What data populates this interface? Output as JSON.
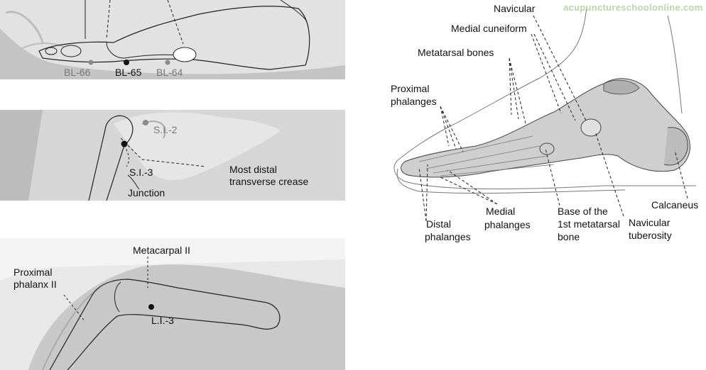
{
  "watermark": "acupunctureschoolonline.com",
  "panels": {
    "foot_points": {
      "labels": [
        "BL-66",
        "BL-65",
        "BL-64"
      ]
    },
    "hand_side": {
      "labels": [
        "S.I.-2",
        "S.I.-3",
        "Junction",
        "Most distal",
        "transverse crease"
      ]
    },
    "hand_index": {
      "labels": [
        "Metacarpal II",
        "Proximal",
        "phalanx II",
        "L.I.-3"
      ]
    }
  },
  "foot_diagram": {
    "labels": {
      "navicular": "Navicular",
      "medial_cuneiform": "Medial cuneiform",
      "metatarsal_bones": "Metatarsal bones",
      "proximal_phalanges_1": "Proximal",
      "proximal_phalanges_2": "phalanges",
      "distal_phalanges_1": "Distal",
      "distal_phalanges_2": "phalanges",
      "medial_phalanges_1": "Medial",
      "medial_phalanges_2": "phalanges",
      "base_1st_metatarsal_1": "Base of the",
      "base_1st_metatarsal_2": "1st metatarsal",
      "base_1st_metatarsal_3": "bone",
      "navicular_tuberosity_1": "Navicular",
      "navicular_tuberosity_2": "tuberosity",
      "calcaneus": "Calcaneus"
    }
  },
  "colors": {
    "photo_bg": "#c9c9c9",
    "skin_light": "#e4e4e4",
    "point_dark": "#111111",
    "point_grey": "#8a8a8a",
    "watermark": "#b6d7a8"
  }
}
